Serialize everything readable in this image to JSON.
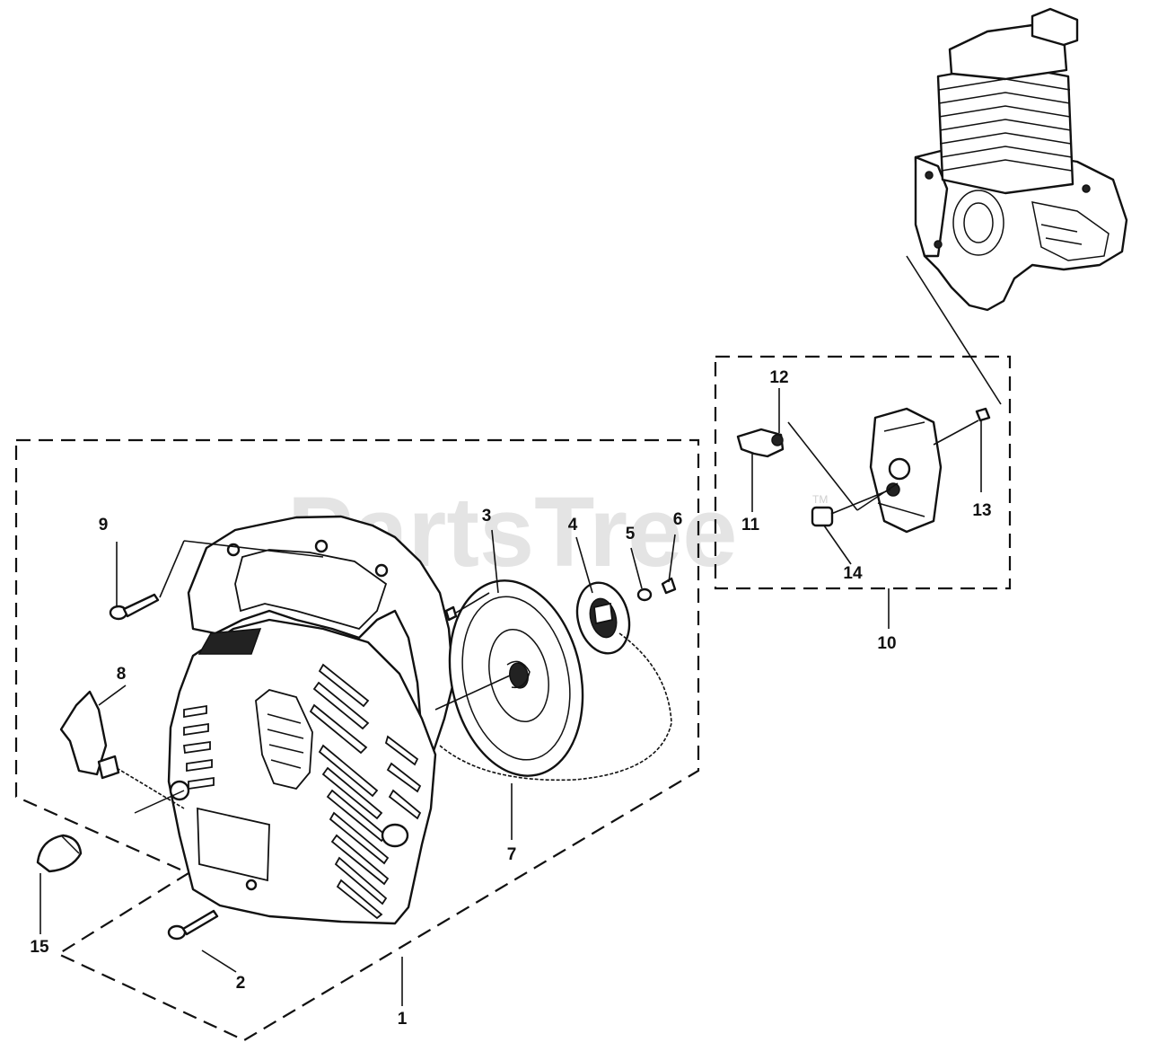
{
  "watermark": {
    "text": "PartsTree",
    "mark": "TM"
  },
  "callouts": {
    "c1": "1",
    "c2": "2",
    "c3": "3",
    "c4": "4",
    "c5": "5",
    "c6": "6",
    "c7": "7",
    "c8": "8",
    "c9": "9",
    "c10": "10",
    "c11": "11",
    "c12": "12",
    "c13": "13",
    "c14": "14",
    "c15": "15"
  }
}
